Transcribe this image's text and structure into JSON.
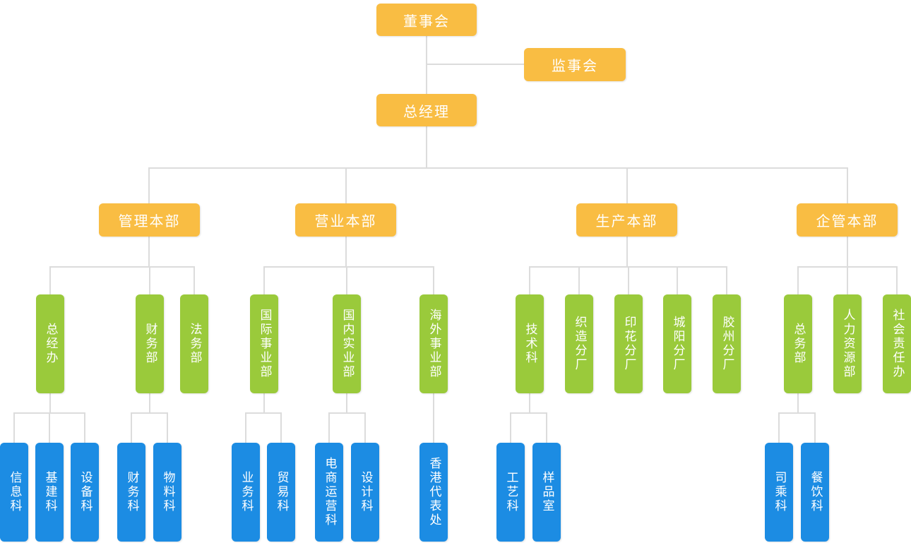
{
  "colors": {
    "executive_box": "#F9BD43",
    "department_box": "#9ACA3B",
    "section_box": "#1C8CE3",
    "connector_line": "#DCDCDC",
    "box_text": "#FFFFFF"
  },
  "org": {
    "board": {
      "label": "董事会"
    },
    "supervisory_board": {
      "label": "监事会"
    },
    "general_manager": {
      "label": "总经理"
    },
    "divisions": [
      {
        "label": "管理本部",
        "departments": [
          {
            "label": "总经办",
            "sections": [
              {
                "label": "信息科"
              },
              {
                "label": "基建科"
              },
              {
                "label": "设备科"
              }
            ]
          },
          {
            "label": "财务部",
            "sections": [
              {
                "label": "财务科"
              },
              {
                "label": "物料科"
              }
            ]
          },
          {
            "label": "法务部",
            "sections": []
          }
        ]
      },
      {
        "label": "营业本部",
        "departments": [
          {
            "label": "国际事业部",
            "sections": [
              {
                "label": "业务科"
              },
              {
                "label": "贸易科"
              }
            ]
          },
          {
            "label": "国内实业部",
            "sections": [
              {
                "label": "电商运营科"
              },
              {
                "label": "设计科"
              }
            ]
          },
          {
            "label": "海外事业部",
            "sections": [
              {
                "label": "香港代表处"
              }
            ]
          }
        ]
      },
      {
        "label": "生产本部",
        "departments": [
          {
            "label": "技术科",
            "sections": [
              {
                "label": "工艺科"
              },
              {
                "label": "样品室"
              }
            ]
          },
          {
            "label": "织造分厂",
            "sections": []
          },
          {
            "label": "印花分厂",
            "sections": []
          },
          {
            "label": "城阳分厂",
            "sections": []
          },
          {
            "label": "胶州分厂",
            "sections": []
          }
        ]
      },
      {
        "label": "企管本部",
        "departments": [
          {
            "label": "总务部",
            "sections": [
              {
                "label": "司乘科"
              },
              {
                "label": "餐饮科"
              }
            ]
          },
          {
            "label": "人力资源部",
            "sections": []
          },
          {
            "label": "社会责任办",
            "sections": []
          }
        ]
      }
    ]
  }
}
